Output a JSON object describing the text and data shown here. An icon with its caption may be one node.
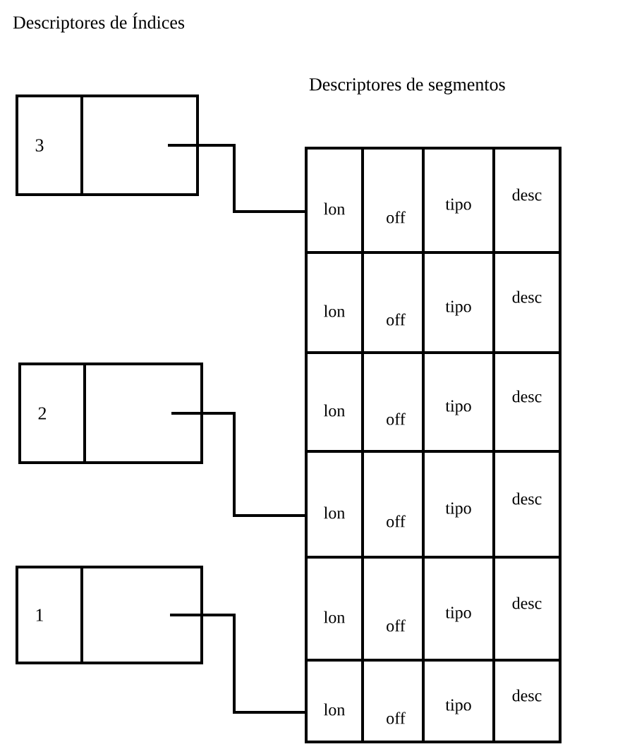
{
  "diagram": {
    "title": "Descriptores de Índices",
    "nodes": [
      {
        "text": [
          "Descriptores de segmentos"
        ]
      },
      {
        "text": [
          "lon",
          "off",
          "tipo",
          "desc"
        ],
        "in": 0
      },
      {
        "text": [
          "lon",
          "off",
          "tipo",
          "desc"
        ],
        "in": 0
      },
      {
        "text": [
          "lon",
          "off",
          "tipo",
          "desc"
        ],
        "in": 0
      },
      {
        "text": [
          "lon",
          "off",
          "tipo",
          "desc"
        ],
        "in": 0
      },
      {
        "text": [
          "lon",
          "off",
          "tipo",
          "desc"
        ],
        "in": 0
      },
      {
        "text": [
          "lon",
          "off",
          "tipo",
          "desc"
        ],
        "in": 0
      },
      {
        "text": [
          "3"
        ]
      },
      {
        "text": [],
        "shape": "box",
        "in": 7
      },
      {
        "text": [
          "2"
        ]
      },
      {
        "text": [],
        "shape": "box",
        "in": 9
      },
      {
        "text": [
          "1"
        ]
      },
      {
        "text": [],
        "shape": "box",
        "in": 11
      }
    ],
    "edges": [
      {
        "from": 8,
        "to": 1,
        "arrow": "none"
      },
      {
        "from": 10,
        "to": 4,
        "arrow": "none"
      },
      {
        "from": 12,
        "to": 6,
        "arrow": "none"
      }
    ]
  }
}
